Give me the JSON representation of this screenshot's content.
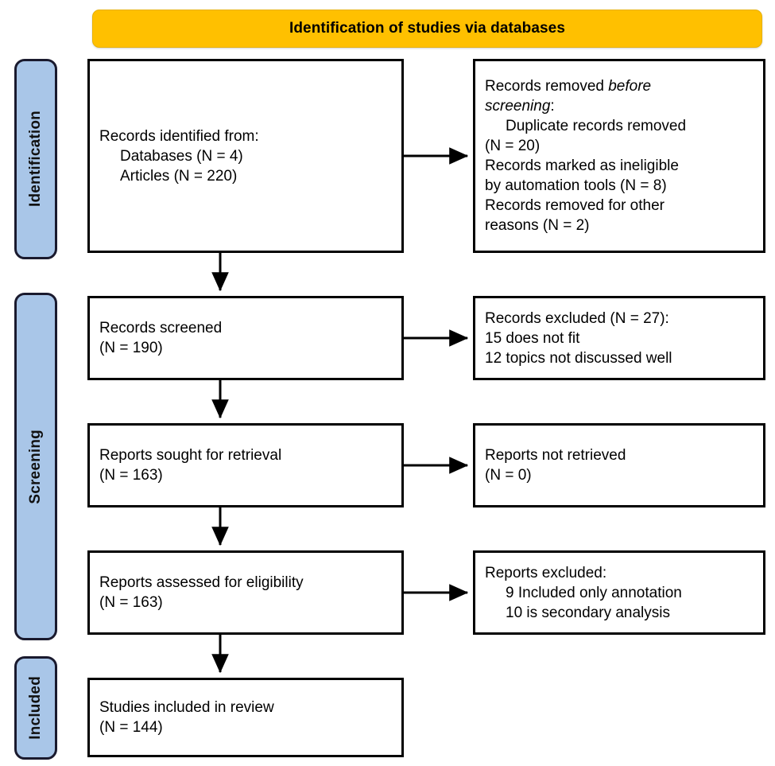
{
  "title": {
    "text": "Identification of studies via databases",
    "background_color": "#FFC000"
  },
  "stages": [
    {
      "id": "identification",
      "label": "Identification",
      "color": "#A9C6E8"
    },
    {
      "id": "screening",
      "label": "Screening",
      "color": "#A9C6E8"
    },
    {
      "id": "included",
      "label": "Included",
      "color": "#A9C6E8"
    }
  ],
  "boxes": {
    "records_identified": {
      "lines": [
        "Records identified from:",
        "Databases (N = 4)",
        "Articles (N = 220)"
      ]
    },
    "records_removed": {
      "line1_plain": "Records removed ",
      "line1_italic": "before",
      "line2_italic": "screening",
      "line2_plain": ":",
      "lines": [
        "Duplicate records removed",
        "(N = 20)",
        "Records marked as ineligible",
        "by automation tools (N = 8)",
        "Records removed for other",
        "reasons (N = 2)"
      ]
    },
    "records_screened": {
      "lines": [
        "Records screened",
        "(N = 190)"
      ]
    },
    "records_excluded": {
      "lines": [
        "Records excluded (N = 27):",
        "15 does not fit",
        "12 topics not discussed well"
      ]
    },
    "reports_sought": {
      "lines": [
        "Reports sought for retrieval",
        "(N = 163)"
      ]
    },
    "reports_not_retrieved": {
      "lines": [
        "Reports not retrieved",
        "(N = 0)"
      ]
    },
    "reports_assessed": {
      "lines": [
        "Reports assessed for eligibility",
        "(N = 163)"
      ]
    },
    "reports_excluded": {
      "lines": [
        "Reports excluded:",
        "9 Included only annotation",
        "10 is secondary analysis"
      ]
    },
    "studies_included": {
      "lines": [
        "Studies included in review",
        "(N = 144)"
      ]
    }
  },
  "chart_data": {
    "type": "diagram",
    "title": "Identification of studies via databases",
    "flow": [
      {
        "stage": "Identification",
        "node": "Records identified from: Databases (N = 4); Articles (N = 220)",
        "n_databases": 4,
        "n_articles": 220
      },
      {
        "stage": "Identification",
        "node": "Records removed before screening",
        "duplicates_removed": 20,
        "marked_ineligible_automation": 8,
        "removed_other_reasons": 2
      },
      {
        "stage": "Screening",
        "node": "Records screened",
        "n": 190
      },
      {
        "stage": "Screening",
        "node": "Records excluded",
        "n": 27,
        "does_not_fit": 15,
        "topics_not_discussed_well": 12
      },
      {
        "stage": "Screening",
        "node": "Reports sought for retrieval",
        "n": 163
      },
      {
        "stage": "Screening",
        "node": "Reports not retrieved",
        "n": 0
      },
      {
        "stage": "Screening",
        "node": "Reports assessed for eligibility",
        "n": 163
      },
      {
        "stage": "Screening",
        "node": "Reports excluded",
        "included_only_annotation": 9,
        "is_secondary_analysis": 10
      },
      {
        "stage": "Included",
        "node": "Studies included in review",
        "n": 144
      }
    ]
  }
}
